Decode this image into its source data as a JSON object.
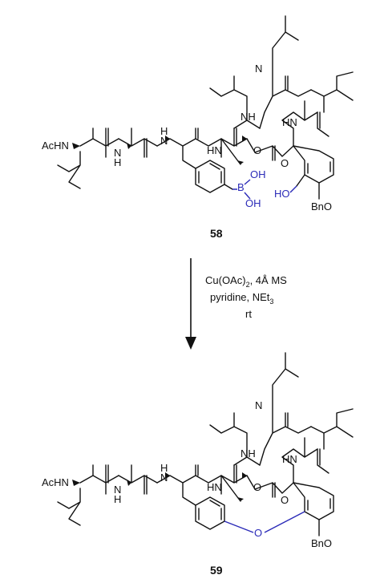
{
  "compound_top": {
    "number": "58",
    "labels": {
      "achn": "AcHN",
      "h1": "H",
      "h2": "H",
      "n1": "N",
      "n2": "N",
      "n3": "N",
      "nh1": "NH",
      "hn1": "HN",
      "hn2": "HN",
      "o_list": "O",
      "ester_o": "O",
      "b": "B",
      "oh1": "OH",
      "oh2": "OH",
      "ho": "HO",
      "bno": "BnO"
    }
  },
  "conditions": {
    "line1_main": "Cu(OAc)",
    "line1_sub": "2",
    "line1_rest": ", 4Å MS",
    "line2_main": "pyridine, NEt",
    "line2_sub": "3",
    "line3": "rt"
  },
  "compound_bottom": {
    "number": "59",
    "labels": {
      "achn": "AcHN",
      "h1": "H",
      "h2": "H",
      "n1": "N",
      "n2": "N",
      "n3": "N",
      "nh1": "NH",
      "hn1": "HN",
      "hn2": "HN",
      "o_list": "O",
      "ester_o": "O",
      "ether_o": "O",
      "bno": "BnO"
    }
  },
  "colors": {
    "bond": "#111111",
    "highlight": "#2b2bb8"
  }
}
